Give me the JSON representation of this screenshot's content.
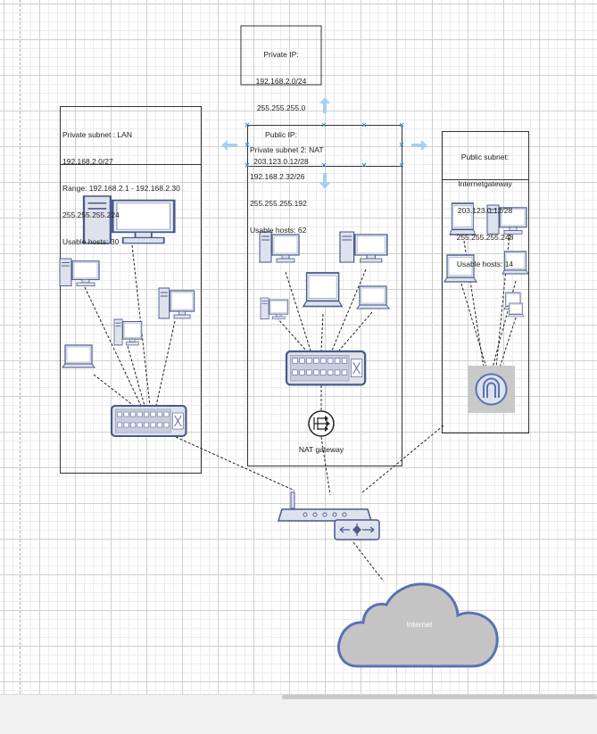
{
  "canvas": {
    "grid": true
  },
  "info_box": {
    "lines": [
      "Private IP:",
      "192.168.2.0/24",
      "255.255.255.0",
      "Public IP:",
      "203.123.0.12/28"
    ]
  },
  "subnets": [
    {
      "id": "lan",
      "lines": [
        "Private subnet : LAN",
        "192.168.2.0/27",
        "Range: 192.168.2.1 - 192.168.2.30",
        "255.255.255.224",
        "Usable hosts: 30"
      ]
    },
    {
      "id": "nat",
      "lines": [
        "Private subnet 2: NAT",
        "192.168.2.32/26",
        "255.255.255.192",
        "Usable hosts: 62"
      ]
    },
    {
      "id": "public",
      "lines": [
        "Public subnet:",
        "Internetgateway",
        "203.123.0.12/28",
        "255.255.255.248",
        "Usable hosts: 14"
      ]
    }
  ],
  "nat_gateway_label": "NAT gateway",
  "internet_label": "Internet",
  "colors": {
    "device_fill": "#dde2ec",
    "device_stroke": "#4a5a8a",
    "cloud_fill": "#c4c4c4",
    "cloud_stroke": "#5a72b5",
    "selection": "#2d8fd5",
    "arrow": "#a8d0ee"
  },
  "icons": [
    "desktop-icon",
    "laptop-icon",
    "switch-icon",
    "nat-gateway-icon",
    "internet-gateway-icon",
    "router-icon",
    "cloud-icon",
    "move-arrow-icon"
  ]
}
